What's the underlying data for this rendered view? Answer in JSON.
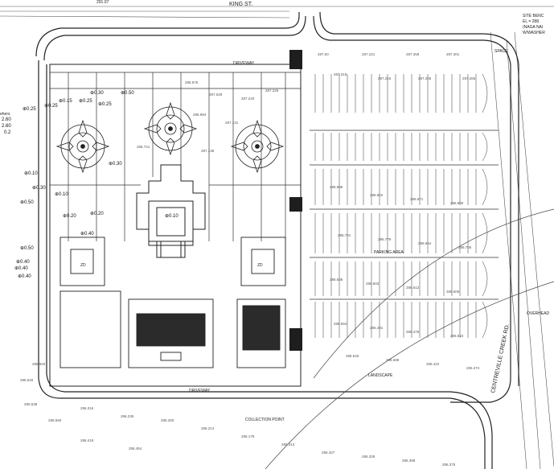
{
  "labels": {
    "street_north": "KING ST.",
    "street_east": "CENTREVILLE CREEK RD.",
    "parking_area": "PARKING AREA",
    "driveway_north": "DRIVEWAY",
    "driveway_south": "DRIVEWAY",
    "overhead": "OVERHEAD",
    "landscape": "LANDSCAPE",
    "collection_point": "COLLECTION POINT",
    "site_bench_1": "SITE BENC",
    "site_bench_2": "EL = 288.",
    "site_bench_3": "(NAGA NAI",
    "site_bench_4": "W/WASHER",
    "space_label": "SPACE",
    "zone_left": "ZD",
    "zone_right": "ZD",
    "left_edge": "ehers",
    "top_left_spot": "291.07"
  },
  "grades": [
    {
      "id": "g1",
      "text": "⊕0.15"
    },
    {
      "id": "g2",
      "text": "⊕0.25"
    },
    {
      "id": "g3",
      "text": "⊕0.30"
    },
    {
      "id": "g4",
      "text": "⊕0.50"
    },
    {
      "id": "g5",
      "text": "⊕0.25"
    },
    {
      "id": "g6",
      "text": "⊕0.25"
    },
    {
      "id": "g7",
      "text": "⊕0.30"
    },
    {
      "id": "g8",
      "text": "⊕0.10"
    },
    {
      "id": "g9",
      "text": "⊕0.20"
    },
    {
      "id": "g10",
      "text": "⊕0.20"
    },
    {
      "id": "g11",
      "text": "⊕0.10"
    },
    {
      "id": "g12",
      "text": "⊕0.40"
    },
    {
      "id": "g13",
      "text": "⊕0.50"
    },
    {
      "id": "g14",
      "text": "⊕0.40"
    },
    {
      "id": "g15",
      "text": "⊕0.40"
    },
    {
      "id": "g16",
      "text": "⊕0.40"
    },
    {
      "id": "g17",
      "text": "⊕0.25"
    },
    {
      "id": "g18",
      "text": "2.60"
    },
    {
      "id": "g19",
      "text": "2.60"
    },
    {
      "id": "g20",
      "text": "0.2"
    },
    {
      "id": "g21",
      "text": "⊕0.10"
    },
    {
      "id": "g22",
      "text": "⊕0.30"
    },
    {
      "id": "g23",
      "text": "⊕0.50"
    }
  ],
  "spots": [
    "287.50",
    "287.221",
    "287.258",
    "287.301",
    "287.315",
    "287.216",
    "287.205",
    "287.265",
    "286.975",
    "287.028",
    "287.240",
    "287.226",
    "286.994",
    "287.131",
    "286.741",
    "287.138",
    "286.898",
    "286.822",
    "286.671",
    "286.900",
    "286.701",
    "286.779",
    "286.664",
    "286.705",
    "286.636",
    "286.603",
    "286.612",
    "286.600",
    "286.594",
    "286.491",
    "286.476",
    "286.510",
    "286.540",
    "286.588",
    "286.422",
    "286.474",
    "286.316",
    "286.235",
    "286.260",
    "286.214",
    "286.178",
    "286.313",
    "286.327",
    "286.328",
    "286.398",
    "286.375",
    "286.419",
    "286.454",
    "286.503",
    "286.520",
    "286.538",
    "286.560"
  ],
  "colors": {
    "ink": "#2a2a2a",
    "light": "#8a8a8a",
    "fill": "#1e1e1e"
  }
}
